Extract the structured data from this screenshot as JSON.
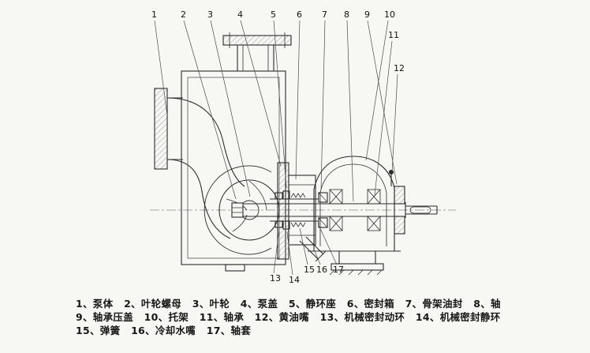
{
  "colors": {
    "line": "#2b2b2b",
    "background": "#f7f7f4",
    "leader": "#4a4a4a",
    "text": "#161616"
  },
  "callouts": [
    {
      "n": "1"
    },
    {
      "n": "2"
    },
    {
      "n": "3"
    },
    {
      "n": "4"
    },
    {
      "n": "5"
    },
    {
      "n": "6"
    },
    {
      "n": "7"
    },
    {
      "n": "8"
    },
    {
      "n": "9"
    },
    {
      "n": "10"
    },
    {
      "n": "11"
    },
    {
      "n": "12"
    },
    {
      "n": "13"
    },
    {
      "n": "14"
    },
    {
      "n": "15"
    },
    {
      "n": "16"
    },
    {
      "n": "17"
    }
  ],
  "legend": {
    "items": [
      {
        "text": "1、泵体"
      },
      {
        "text": "2、叶轮螺母"
      },
      {
        "text": "3、叶轮"
      },
      {
        "text": "4、泵盖"
      },
      {
        "text": "5、静环座"
      },
      {
        "text": "6、密封箱"
      },
      {
        "text": "7、骨架油封"
      },
      {
        "text": "8、轴"
      },
      {
        "text": "9、轴承压盖"
      },
      {
        "text": "10、托架"
      },
      {
        "text": "11、轴承"
      },
      {
        "text": "12、黄油嘴"
      },
      {
        "text": "13、机械密封动环"
      },
      {
        "text": "14、机械密封静环"
      },
      {
        "text": "15、弹簧"
      },
      {
        "text": "16、冷却水嘴"
      },
      {
        "text": "17、轴套"
      }
    ]
  }
}
